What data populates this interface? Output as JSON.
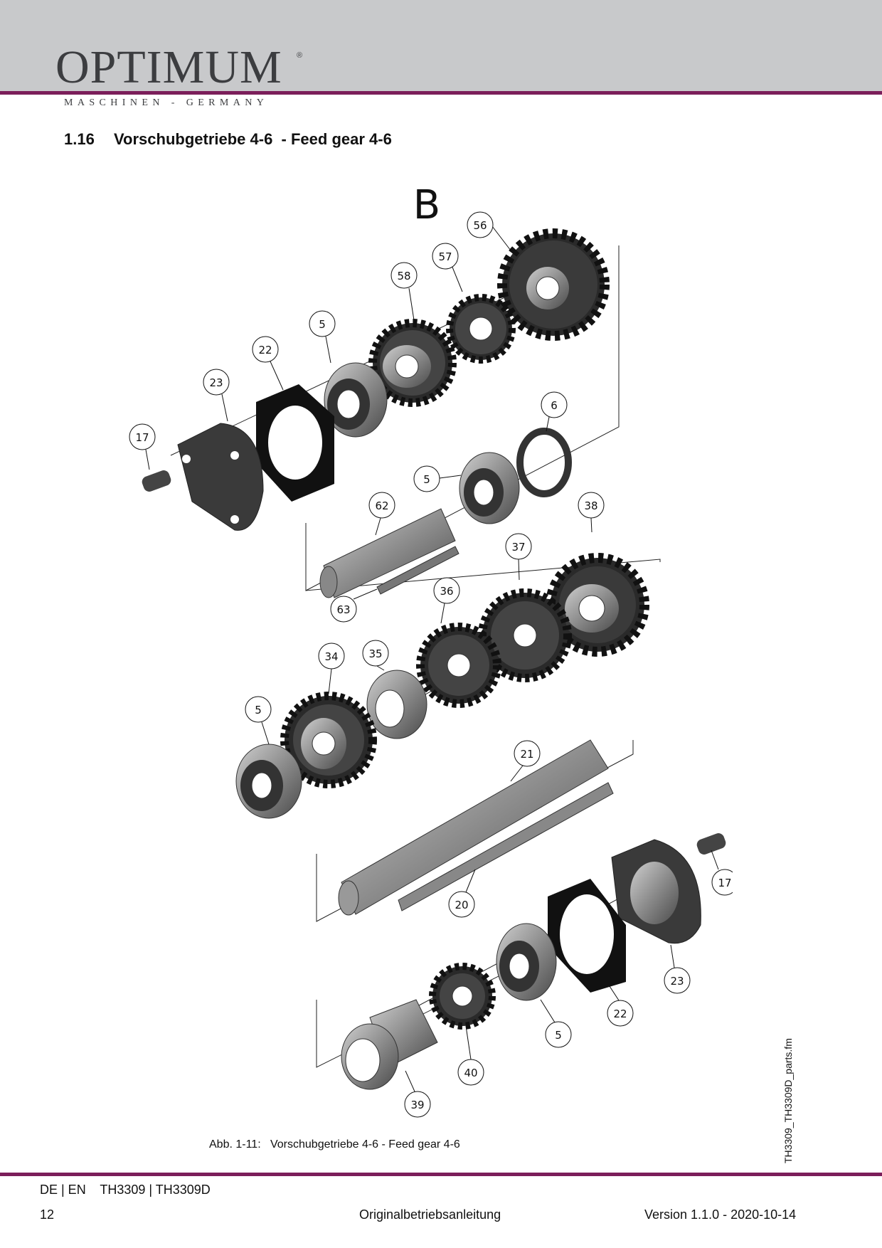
{
  "header": {
    "logo_text": "OPTIMUM",
    "logo_reg": "®",
    "logo_sub": "MASCHINEN - GERMANY"
  },
  "section": {
    "number": "1.16",
    "title": "Vorschubgetriebe 4-6  - Feed gear 4-6"
  },
  "figure": {
    "assembly_letter": "B",
    "callouts": [
      "56",
      "57",
      "58",
      "5",
      "22",
      "23",
      "17",
      "6",
      "5",
      "62",
      "38",
      "37",
      "63",
      "36",
      "34",
      "35",
      "5",
      "21",
      "17",
      "20",
      "23",
      "22",
      "5",
      "40",
      "39"
    ],
    "caption": "Abb. 1-11:   Vorschubgetriebe 4-6 - Feed gear 4-6",
    "side_label": "TH3309_TH3309D_parts.fm"
  },
  "footer": {
    "lang_models": "DE | EN    TH3309 | TH3309D",
    "page": "12",
    "center": "Originalbetriebsanleitung",
    "version": "Version 1.1.0 - 2020-10-14"
  },
  "colors": {
    "accent": "#7b1e5a",
    "header_band": "#c8c9cb",
    "logo": "#3c3d40"
  }
}
